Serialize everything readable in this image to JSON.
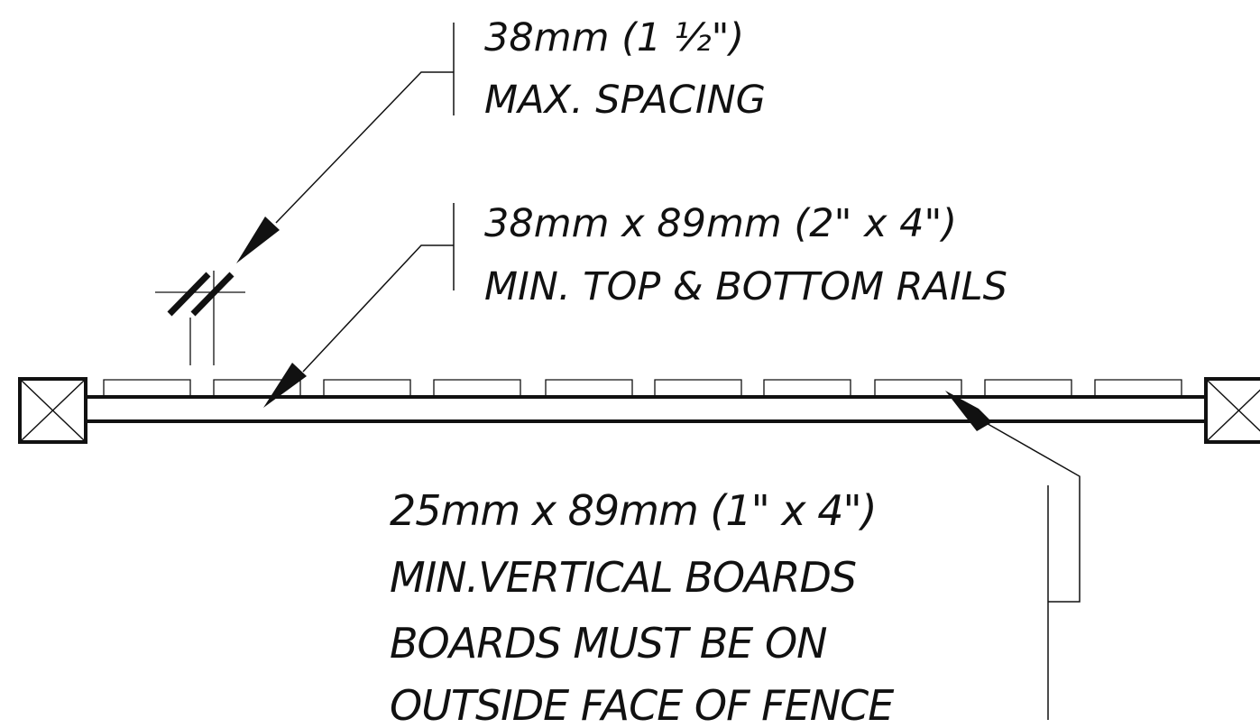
{
  "notes": {
    "spacing": {
      "line1": "38mm (1 ½\")",
      "line2": "MAX. SPACING"
    },
    "rails": {
      "line1": "38mm x 89mm (2\" x 4\")",
      "line2": "MIN. TOP & BOTTOM RAILS"
    },
    "boards": {
      "line1": "25mm x 89mm (1\" x 4\")",
      "line2": "MIN.VERTICAL BOARDS",
      "line3": "BOARDS MUST BE ON",
      "line4": "OUTSIDE FACE OF FENCE"
    }
  },
  "colors": {
    "ink": "#111111",
    "paper": "#ffffff"
  }
}
